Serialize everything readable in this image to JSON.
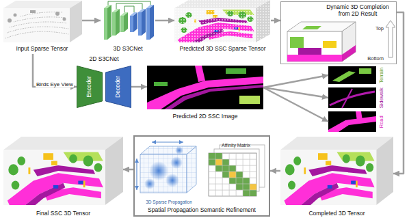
{
  "diagram": {
    "nodes": [
      {
        "text": [
          "Input Sparse Tensor"
        ]
      },
      {
        "text": [
          "3D S3CNet"
        ]
      },
      {
        "text": [
          "Predicted 3D SSC Sparse Tensor"
        ]
      },
      {
        "text": [
          "Dynamic 3D Completion from 2D Result"
        ]
      },
      {
        "text": [
          "2D S3CNet"
        ]
      },
      {
        "text": [
          "Encoder"
        ],
        "in": 4
      },
      {
        "text": [
          "Decoder"
        ],
        "in": 4
      },
      {
        "text": [
          "Predicted 2D SSC Image"
        ]
      },
      {
        "text": [
          "Terrain"
        ]
      },
      {
        "text": [
          "Sidewalk"
        ]
      },
      {
        "text": [
          "Road"
        ]
      },
      {
        "text": [
          "Completed 3D Tensor"
        ]
      },
      {
        "text": [
          "Spatial Propagation Semantic Refinement"
        ]
      },
      {
        "text": [
          "Final SSC 3D Tensor"
        ]
      }
    ],
    "edges": [
      {
        "from": 0,
        "to": 1,
        "arrow": "to"
      },
      {
        "from": 1,
        "to": 2,
        "arrow": "to"
      },
      {
        "from": 2,
        "to": 3,
        "arrow": "to"
      },
      {
        "from": 0,
        "to": 5,
        "label": "Birds Eye View",
        "arrow": "to"
      },
      {
        "from": 6,
        "to": 7,
        "arrow": "to"
      },
      {
        "from": 7,
        "to": 8,
        "arrow": "to"
      },
      {
        "from": 7,
        "to": 9,
        "arrow": "to"
      },
      {
        "from": 7,
        "to": 10,
        "arrow": "to"
      },
      {
        "from": 3,
        "to": 11,
        "arrow": "to"
      },
      {
        "from": 11,
        "to": 12,
        "arrow": "to"
      },
      {
        "from": 12,
        "to": 13,
        "arrow": "to"
      }
    ],
    "labels": [
      "Top",
      "Bottom",
      "3D Sparse Propagation",
      "Affinity Matrix"
    ]
  }
}
